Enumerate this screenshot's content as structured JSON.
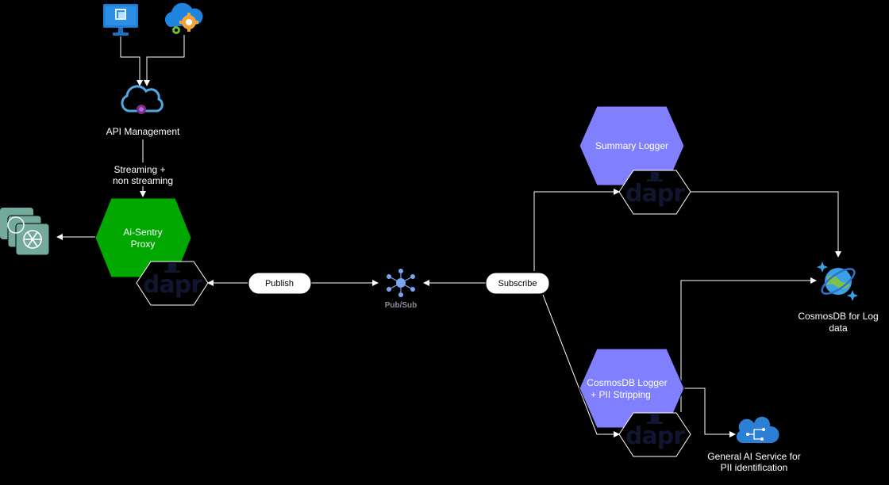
{
  "nodes": {
    "api_management": "API Management",
    "streaming_label_line1": "Streaming +",
    "streaming_label_line2": "non streaming",
    "proxy_line1": "Ai-Sentry",
    "proxy_line2": "Proxy",
    "publish": "Publish",
    "subscribe": "Subscribe",
    "pubsub": "Pub/Sub",
    "summary_logger": "Summary Logger",
    "cosmos_logger_line1": "CosmosDB Logger",
    "cosmos_logger_line2": "+ PII Stripping",
    "cosmosdb_line1": "CosmosDB for Log",
    "cosmosdb_line2": "data",
    "ai_service_line1": "General AI Service for",
    "ai_service_line2": "PII identification",
    "dapr": "dapr"
  },
  "colors": {
    "background": "#000000",
    "proxy_fill": "#00a800",
    "logger_fill": "#8080ff",
    "dapr_fill": "#000000",
    "edge": "#ffffff",
    "azure_blue": "#0078d4",
    "openai_green": "#74aa9c"
  },
  "icons": [
    "monitor-icon",
    "cloud-gear-icon",
    "api-management-icon",
    "openai-icon",
    "pubsub-icon",
    "cosmosdb-icon",
    "ai-service-icon"
  ]
}
